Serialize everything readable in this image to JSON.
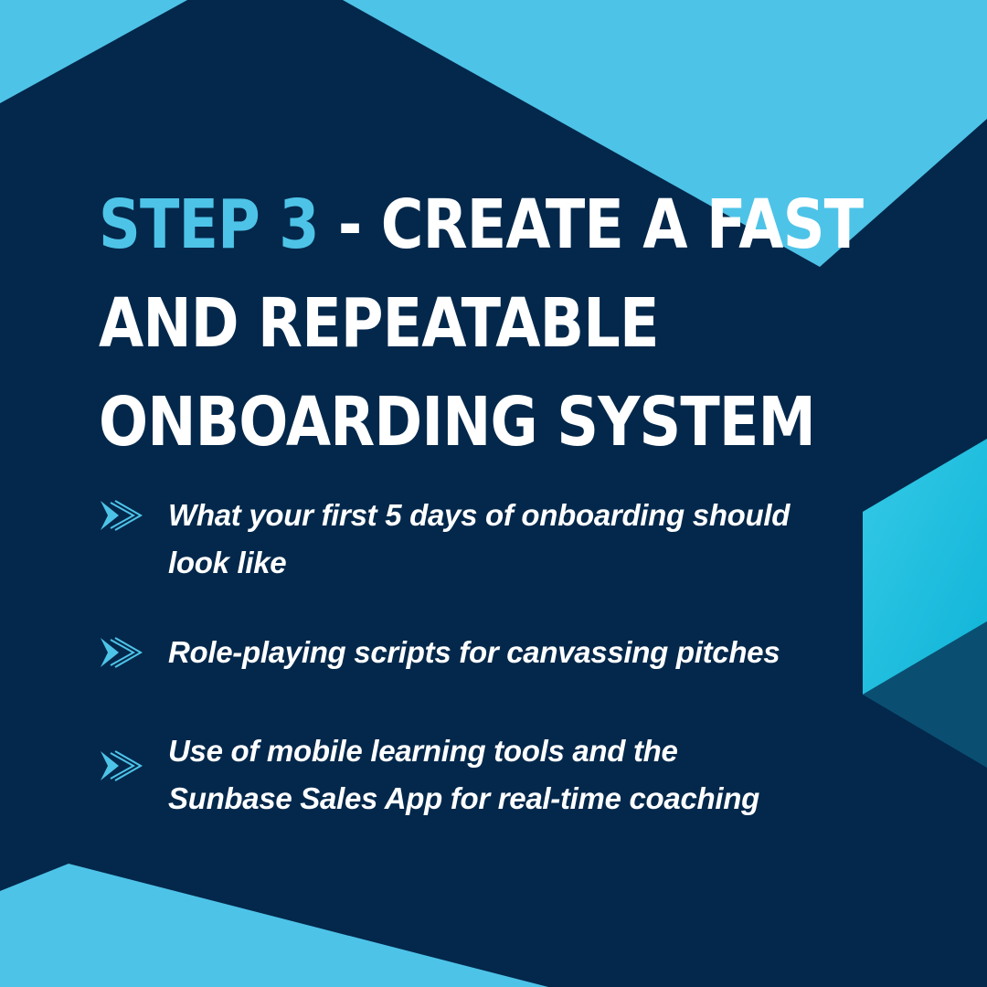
{
  "colors": {
    "background": "#03284b",
    "accent": "#4ec3e8",
    "text": "#ffffff",
    "side_shape_light": "#1fc0e0",
    "side_shape_dark": "#0a4f72"
  },
  "title": {
    "step_label": "STEP 3",
    "separator": " - ",
    "line1_rest": "CREATE A FAST",
    "line2": "AND REPEATABLE",
    "line3": "ONBOARDING SYSTEM"
  },
  "bullets": [
    {
      "icon": "double-chevron-right-icon",
      "line1": "What your first 5 days of onboarding should",
      "line2": "look like"
    },
    {
      "icon": "double-chevron-right-icon",
      "line1": "Role-playing scripts for canvassing pitches",
      "line2": ""
    },
    {
      "icon": "double-chevron-right-icon",
      "line1": "Use of mobile learning tools and the",
      "line2": "Sunbase Sales App for real-time coaching"
    }
  ]
}
